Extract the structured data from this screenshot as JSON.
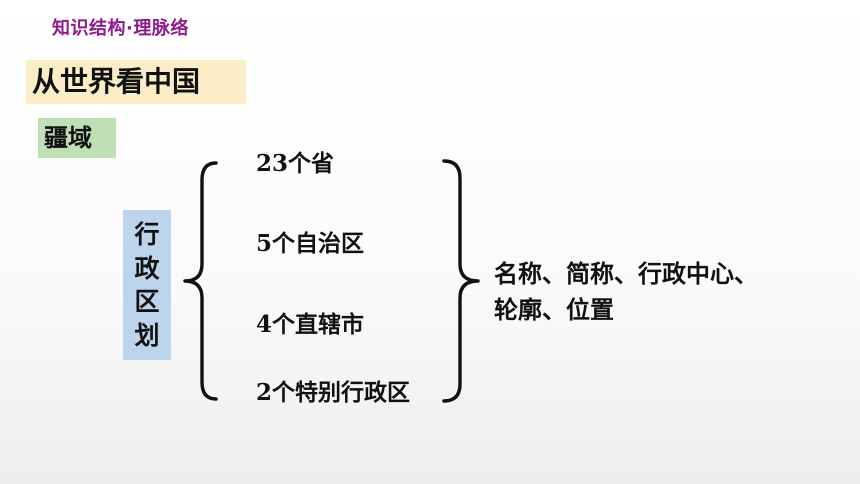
{
  "header": {
    "title": "知识结构·理脉络"
  },
  "chapter": {
    "title": "从世界看中国"
  },
  "section": {
    "title": "疆域"
  },
  "topic": {
    "chars": [
      "行",
      "政",
      "区",
      "划"
    ]
  },
  "items": [
    {
      "num": "23",
      "text": "个省"
    },
    {
      "num": "5",
      "text": "个自治区"
    },
    {
      "num": "4",
      "text": "个直辖市"
    },
    {
      "num": "2",
      "text": "个特别行政区"
    }
  ],
  "result": {
    "lines": [
      "名称、简称、行政中心、",
      "轮廓、位置"
    ]
  }
}
